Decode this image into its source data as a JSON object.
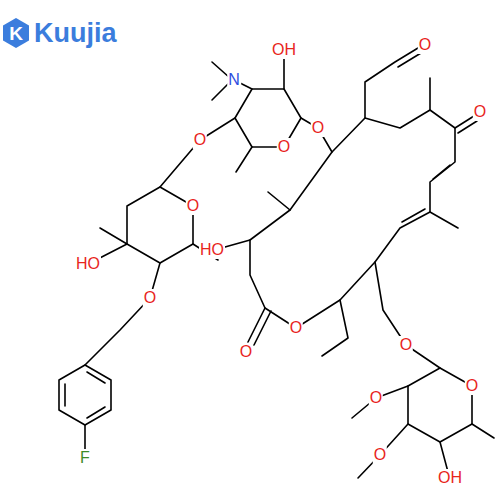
{
  "diagram": {
    "labels": [
      "K",
      "Kuujia",
      "O",
      "OH",
      "N",
      "O",
      "O",
      "O",
      "O",
      "O",
      "HO",
      "HO",
      "O",
      "O",
      "O",
      "O",
      "O",
      "O",
      "O",
      "OH",
      "F"
    ]
  }
}
